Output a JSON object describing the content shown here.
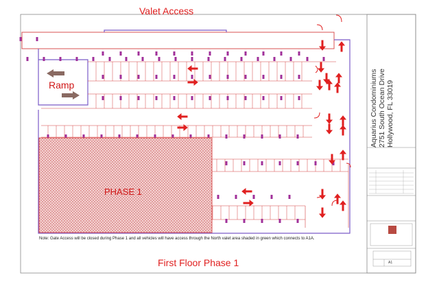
{
  "titles": {
    "top": "Valet Access",
    "bottom": "First Floor Phase 1"
  },
  "labels": {
    "ramp": "Ramp",
    "phase": "PHASE 1"
  },
  "note": "Note: Gate Access will be closed during Phase 1 and all vehicles will have access through the North valet area shaded in green which connects to A1A.",
  "project": {
    "name": "Aquarius Condominiums",
    "address": "2751 South Ocean Drive",
    "city": "Hollywood, FL 33019"
  },
  "sheet_number": "A1",
  "colors": {
    "red": "#e02020",
    "purple": "#7a5ac8",
    "magenta": "#a0309a",
    "hatch": "#e8a0a0",
    "ramp_arrow": "#8a6a62"
  }
}
